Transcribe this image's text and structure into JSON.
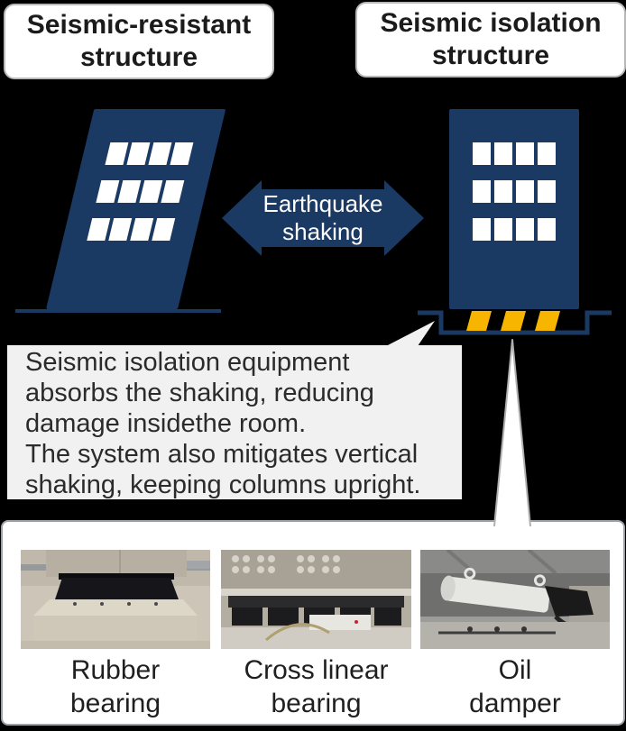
{
  "colors": {
    "background": "#000000",
    "navy": "#1b3a63",
    "bearing_yellow": "#f8b500",
    "bubble_bg": "#f1f1f1",
    "panel_bg": "#ffffff",
    "panel_border": "#9ba1a6"
  },
  "headers": {
    "left": "Seismic-resistant\nstructure",
    "right": "Seismic isolation\nstructure"
  },
  "arrow": {
    "label": "Earthquake\nshaking"
  },
  "bubble": {
    "text": "Seismic isolation equipment\nabsorbs the shaking, reducing\ndamage insidethe room.\nThe system also mitigates vertical\nshaking, keeping columns upright."
  },
  "equipment": [
    {
      "caption": "Rubber\nbearing"
    },
    {
      "caption": "Cross linear\nbearing"
    },
    {
      "caption": "Oil\ndamper"
    }
  ]
}
